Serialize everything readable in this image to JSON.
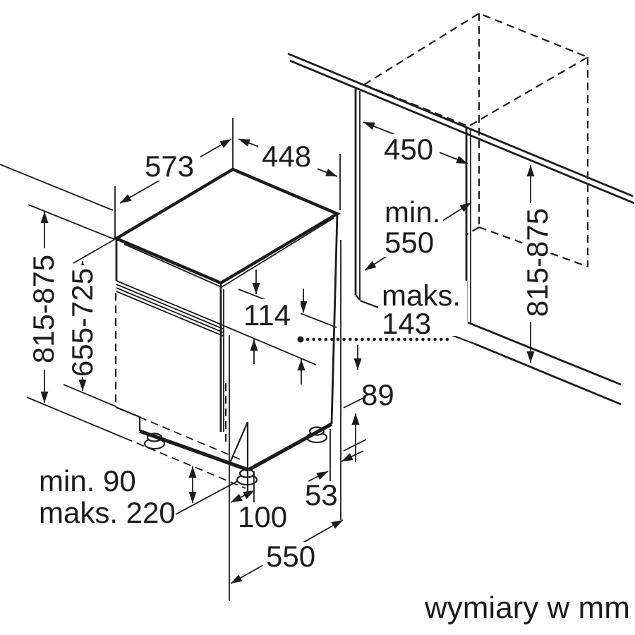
{
  "figure": {
    "type": "appliance-installation-diagram",
    "caption": "wymiary w mm",
    "colors": {
      "line": "#1c1c1c",
      "background": "#ffffff"
    },
    "dimensions": {
      "appliance_depth": "573",
      "appliance_width": "448",
      "niche_width": "450",
      "niche_depth_min_word": "min.",
      "niche_depth_min_value": "550",
      "appliance_height_range": "815-875",
      "door_panel_height_range": "655-725",
      "top_clearance": "114",
      "base_recess_max_word": "maks.",
      "base_recess_max_value": "143",
      "niche_height_range": "815-875",
      "rear_clearance": "89",
      "plinth_min": "min. 90",
      "plinth_max": "maks. 220",
      "foot_inset": "100",
      "rear_offset": "53",
      "base_depth": "550"
    }
  }
}
